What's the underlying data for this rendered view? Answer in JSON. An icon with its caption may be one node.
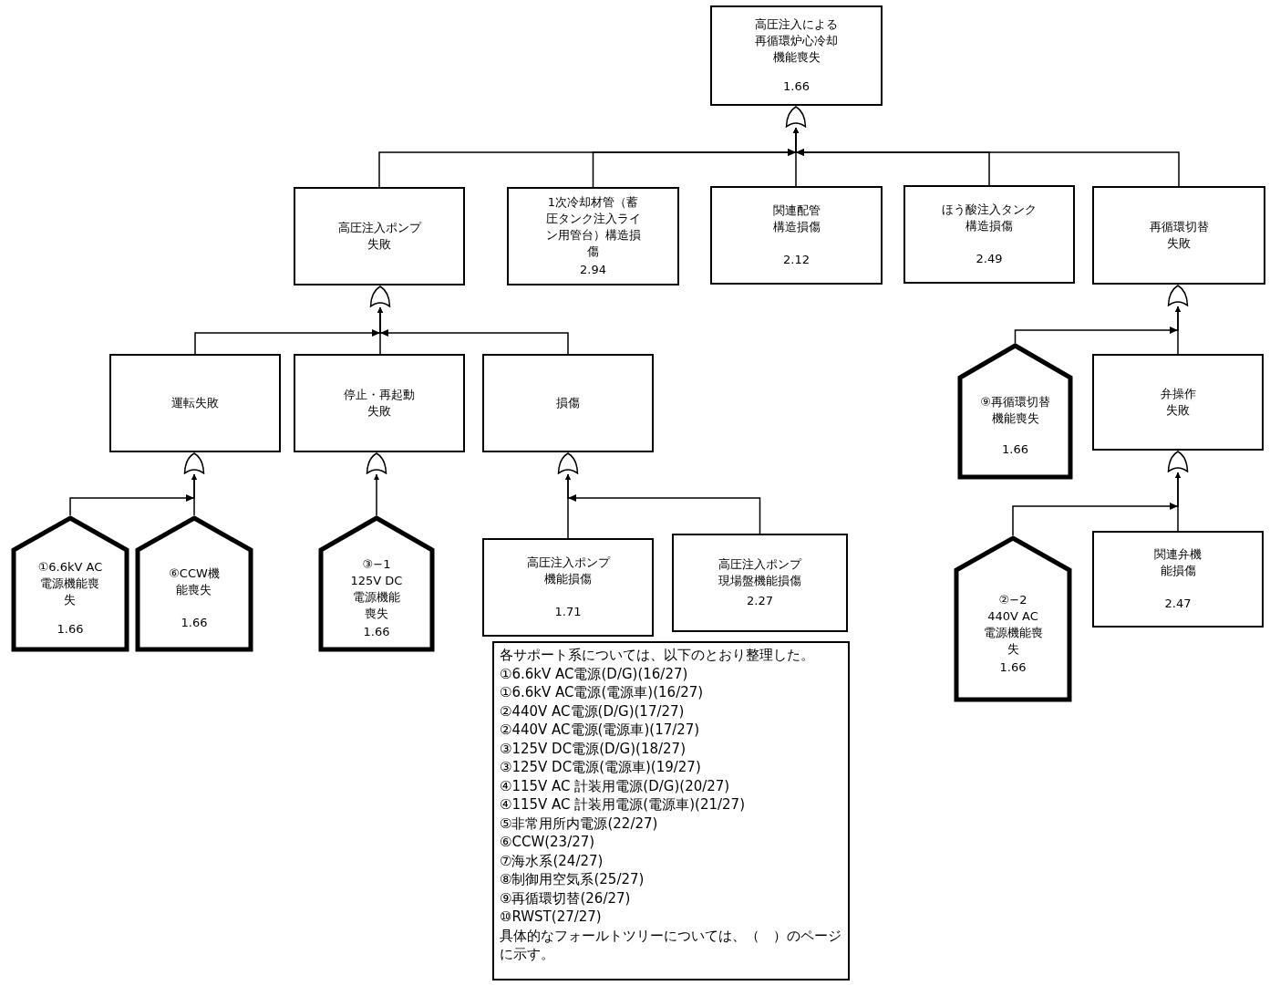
{
  "diagram": {
    "nodes": [
      {
        "text": [
          "高圧注入による再循環炉心冷却機能喪失",
          "1.66"
        ]
      },
      {
        "text": [],
        "shape": "gate"
      },
      {
        "text": [
          "高圧注入ポンプ失敗"
        ]
      },
      {
        "text": [
          "1次冷却材管（蓄圧タンク注入ライン用管台）構造損傷",
          "2.94"
        ]
      },
      {
        "text": [
          "関連配管構造損傷",
          "2.12"
        ]
      },
      {
        "text": [
          "ほう酸注入タンク構造損傷",
          "2.49"
        ]
      },
      {
        "text": [
          "再循環切替失敗"
        ]
      },
      {
        "text": [],
        "shape": "gate"
      },
      {
        "text": [
          "運転失敗"
        ]
      },
      {
        "text": [
          "停止・再起動失敗"
        ]
      },
      {
        "text": [
          "損傷"
        ]
      },
      {
        "text": [],
        "shape": "gate"
      },
      {
        "text": [
          "①6.6kV AC電源機能喪失",
          "1.66"
        ]
      },
      {
        "text": [
          "⑥CCW機能喪失",
          "1.66"
        ]
      },
      {
        "text": [],
        "shape": "gate"
      },
      {
        "text": [
          "③−1 125V DC電源機能喪失",
          "1.66"
        ]
      },
      {
        "text": [],
        "shape": "gate"
      },
      {
        "text": [
          "高圧注入ポンプ機能損傷",
          "1.71"
        ]
      },
      {
        "text": [
          "高圧注入ポンプ現場盤機能損傷",
          "2.27"
        ]
      },
      {
        "text": [],
        "shape": "gate"
      },
      {
        "text": [
          "⑨再循環切替機能喪失",
          "1.66"
        ]
      },
      {
        "text": [
          "弁操作失敗"
        ]
      },
      {
        "text": [],
        "shape": "gate"
      },
      {
        "text": [
          "②−2 440V AC電源機能喪失",
          "1.66"
        ]
      },
      {
        "text": [
          "関連弁機能損傷",
          "2.47"
        ]
      },
      {
        "text": [
          "各サポート系については、以下のとおり整理した。",
          "①6.6kV AC電源(D/G)(16/27)",
          "①6.6kV AC電源(電源車)(16/27)",
          "②440V AC電源(D/G)(17/27)",
          "②440V AC電源(電源車)(17/27)",
          "③125V DC電源(D/G)(18/27)",
          "③125V DC電源(電源車)(19/27)",
          "④115V AC 計装用電源(D/G)(20/27)",
          "④115V AC 計装用電源(電源車)(21/27)",
          "⑤非常用所内電源(22/27)",
          "⑥CCW(23/27)",
          "⑦海水系(24/27)",
          "⑧制御用空気系(25/27)",
          "⑨再循環切替(26/27)",
          "⑩RWST(27/27)",
          "具体的なフォールトツリーについては、（　）のページに示す。"
        ]
      }
    ],
    "edges": [
      {
        "from": 2,
        "to": 1,
        "arrow": "to"
      },
      {
        "from": 3,
        "to": 1,
        "arrow": "to"
      },
      {
        "from": 4,
        "to": 1,
        "arrow": "to"
      },
      {
        "from": 5,
        "to": 1,
        "arrow": "to"
      },
      {
        "from": 6,
        "to": 1,
        "arrow": "to"
      },
      {
        "from": 8,
        "to": 7,
        "arrow": "to"
      },
      {
        "from": 9,
        "to": 7,
        "arrow": "to"
      },
      {
        "from": 10,
        "to": 7,
        "arrow": "to"
      },
      {
        "from": 12,
        "to": 11,
        "arrow": "to"
      },
      {
        "from": 13,
        "to": 11,
        "arrow": "to"
      },
      {
        "from": 15,
        "to": 14,
        "arrow": "to"
      },
      {
        "from": 17,
        "to": 16,
        "arrow": "to"
      },
      {
        "from": 18,
        "to": 16,
        "arrow": "to"
      },
      {
        "from": 20,
        "to": 19,
        "arrow": "to"
      },
      {
        "from": 21,
        "to": 19,
        "arrow": "to"
      },
      {
        "from": 23,
        "to": 22,
        "arrow": "to"
      },
      {
        "from": 24,
        "to": 22,
        "arrow": "to"
      }
    ]
  }
}
